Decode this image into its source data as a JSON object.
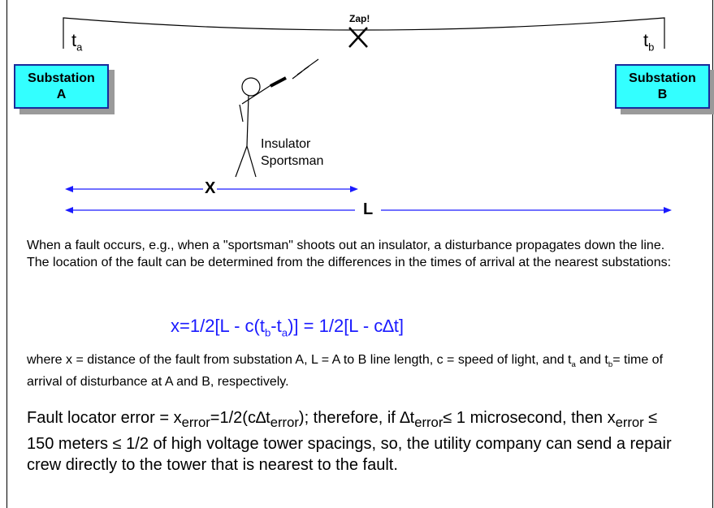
{
  "substation_a": {
    "line1": "Substation",
    "line2": "A"
  },
  "substation_b": {
    "line1": "Substation",
    "line2": "B"
  },
  "t_a": {
    "base": "t",
    "sub": "a"
  },
  "t_b": {
    "base": "t",
    "sub": "b"
  },
  "zap": "Zap!",
  "sportsman": {
    "line1": "Insulator",
    "line2": "Sportsman"
  },
  "dim_x": "X",
  "dim_l": "L",
  "paragraph1": "When a fault occurs, e.g., when a \"sportsman\" shoots out an insulator, a disturbance propagates down the line.  The location of the fault can be determined from the differences in the times of arrival at the nearest substations:",
  "formula": {
    "p1": "x=1/2[L - c(t",
    "s1": "b",
    "p2": "-t",
    "s2": "a",
    "p3": ")] = 1/2[L - c∆t]"
  },
  "paragraph2": {
    "p1": "where x = distance of the fault from substation A, L = A to B line length, c = speed of light, and t",
    "s1": "a",
    "p2": " and t",
    "s2": "b",
    "p3": "= time of arrival of disturbance at A and B, respectively."
  },
  "paragraph3": {
    "p1": "Fault locator error = x",
    "s1": "error",
    "p2": "=1/2(c∆t",
    "s2": "error",
    "p3": "); therefore, if ∆t",
    "s3": "error",
    "p4": "≤ 1 microsecond, then x",
    "s4": "error",
    "p5": " ≤ 150 meters ≤ 1/2 of high voltage tower spacings, so, the utility company can send a repair crew directly to the tower that is nearest to the fault."
  },
  "colors": {
    "substation_fill": "#33ffff",
    "arrow": "#1a1aff",
    "formula": "#1a1aff"
  }
}
